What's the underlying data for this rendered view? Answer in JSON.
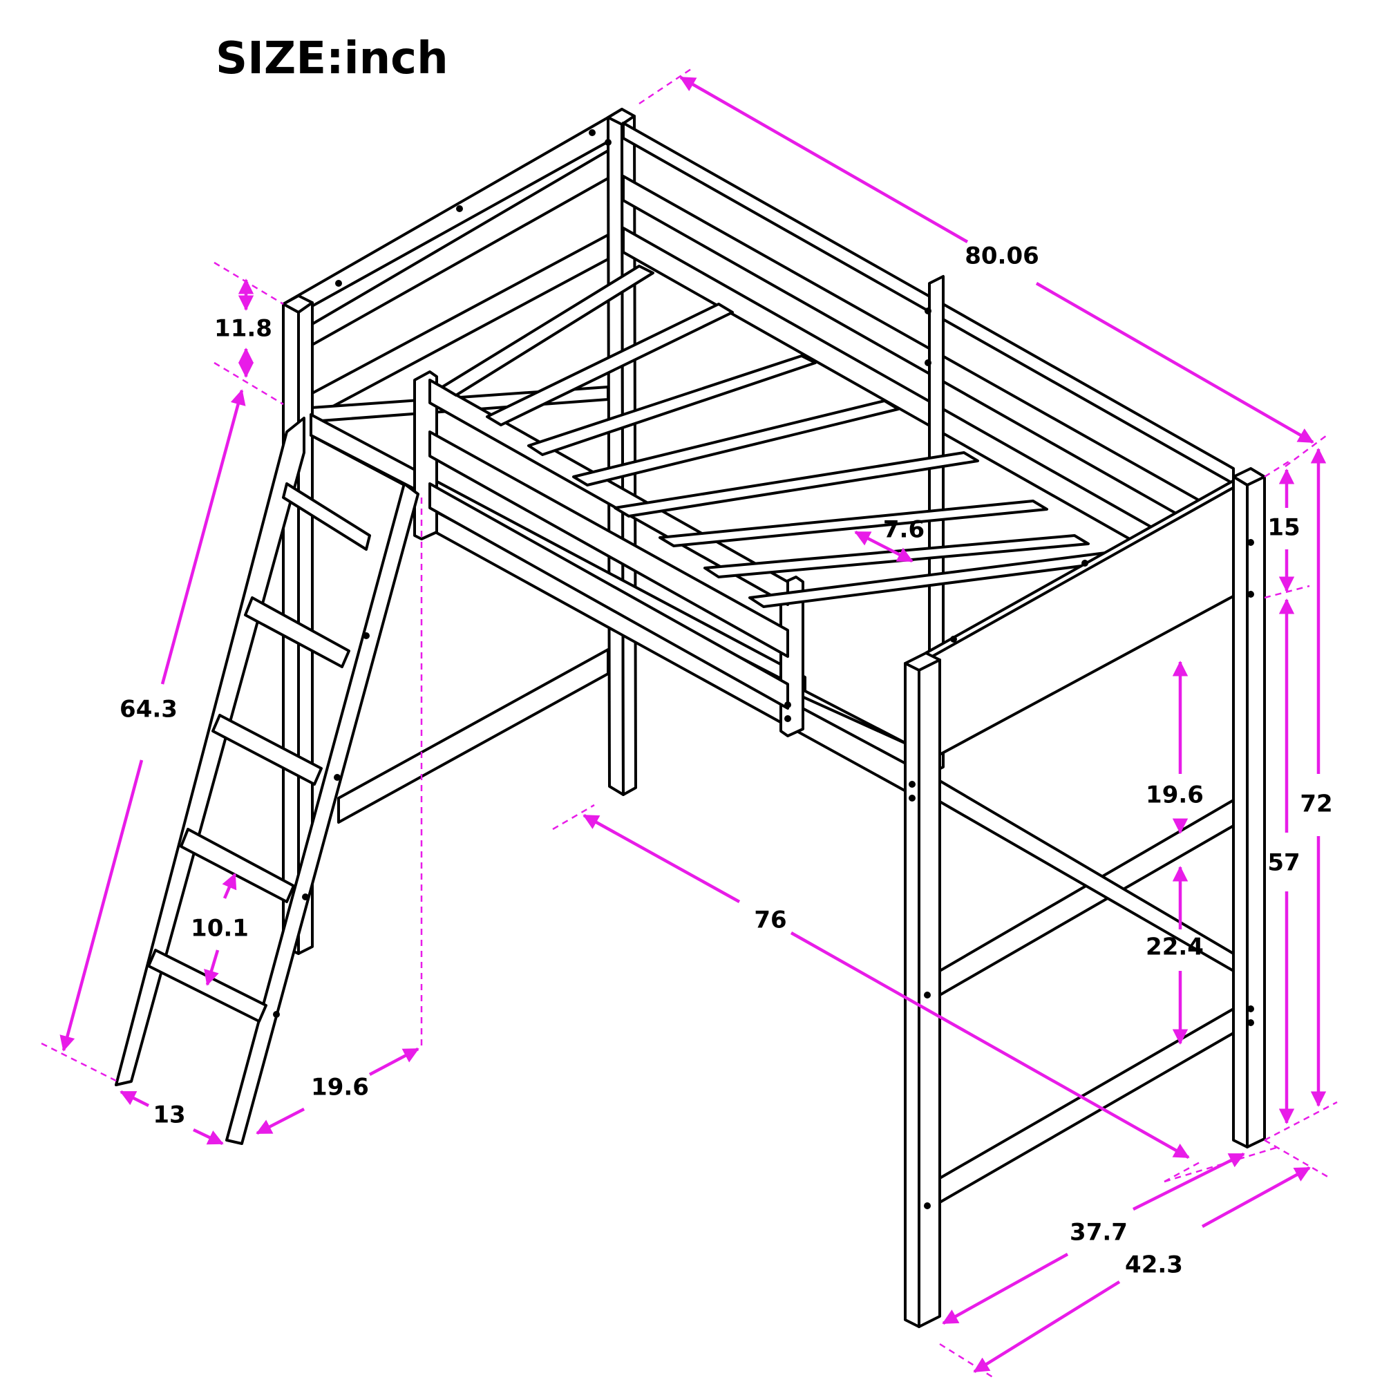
{
  "title": "SIZE:inch",
  "accent_color": "#e81ce8",
  "line_color": "#000000",
  "dimensions": {
    "overall_length": "80.06",
    "guardrail_height": "11.8",
    "ladder_height": "64.3",
    "slat_spacing": "7.6",
    "headboard_panel": "15",
    "total_height": "72",
    "under_bed_clearance": "57",
    "upper_rail_gap": "19.6",
    "lower_rail_gap": "22.4",
    "inner_length": "76",
    "rung_spacing": "10.1",
    "ladder_width": "13",
    "ladder_depth": "19.6",
    "inner_width": "37.7",
    "outer_width": "42.3"
  }
}
